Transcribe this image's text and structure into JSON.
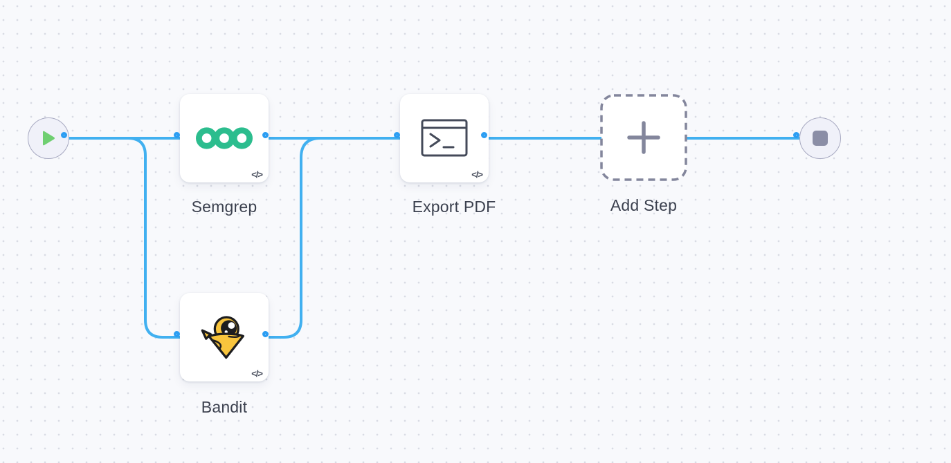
{
  "canvas": {
    "type": "workflow-editor-canvas"
  },
  "colors": {
    "background": "#f8f9fc",
    "dot_color": "#d9dbe4",
    "edge_blue": "#41b0f0",
    "connector_blue": "#2b9df2",
    "semgrep_green": "#2cbd8e",
    "play_green": "#6fcf71",
    "circle_fill": "#f0f1f9",
    "circle_border": "#a7a9c1",
    "stop_gray": "#8b8ea6",
    "icon_slate": "#444a59",
    "label_color": "#3b404e",
    "bandit_yellow": "#f9c53d",
    "bandit_outline": "#1d1d1f",
    "add_step_gray": "#83869c"
  },
  "nodes": {
    "start": {
      "icon": "play-icon"
    },
    "semgrep": {
      "label": "Semgrep",
      "icon": "semgrep-logo-icon",
      "badge": "</>"
    },
    "bandit": {
      "label": "Bandit",
      "icon": "bandit-logo-icon",
      "badge": "</>"
    },
    "export_pdf": {
      "label": "Export PDF",
      "icon": "terminal-icon",
      "badge": "</>"
    },
    "add_step": {
      "label": "Add Step",
      "icon": "plus-icon"
    },
    "end": {
      "icon": "stop-icon"
    }
  },
  "edges": [
    {
      "from": "start",
      "to": "semgrep"
    },
    {
      "from": "start",
      "to": "bandit"
    },
    {
      "from": "semgrep",
      "to": "export_pdf"
    },
    {
      "from": "bandit",
      "to": "export_pdf"
    },
    {
      "from": "export_pdf",
      "to": "end"
    }
  ]
}
